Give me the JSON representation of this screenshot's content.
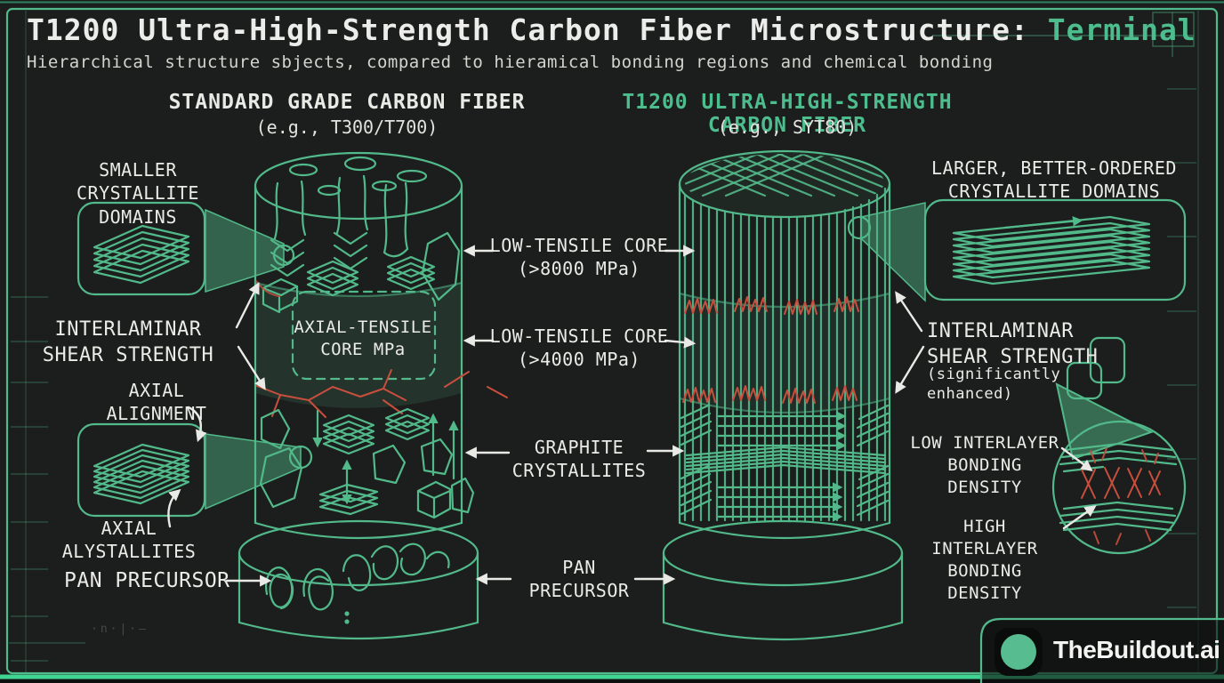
{
  "colors": {
    "background": "#1c1e1d",
    "accent_green": "#52b98a",
    "bright_green": "#41d492",
    "alert_red": "#c84f3d",
    "text_primary": "#ebebe7",
    "text_muted": "#d4d4cf"
  },
  "header": {
    "title": "T1200 Ultra-High-Strength Carbon Fiber Microstructure:",
    "title_accent": "Terminal",
    "subtitle": "Hierarchical structure sbjects, compared to hieramical bonding regions and chemical bonding"
  },
  "columns": {
    "left": {
      "title": "STANDARD GRADE CARBON FIBER",
      "subtitle": "(e.g., T300/T700)"
    },
    "right": {
      "title": "T1200 ULTRA-HIGH-STRENGTH CARBON FIBER",
      "subtitle": "(e.g., SYT80)"
    }
  },
  "left_diagram": {
    "smaller_domains": "SMALLER CRYSTALLITE\nDOMAINS",
    "interlaminar": "INTERLAMINAR\nSHEAR STRENGTH",
    "axial_alignment": "AXIAL\nALIGNMENT",
    "axial_crystallites": "AXIAL\nALYSTALLITES",
    "pan_precursor": "PAN PRECURSOR",
    "axial_core": "AXIAL-TENSILE\nCORE MPa"
  },
  "center_callouts": {
    "core_top": "LOW-TENSILE CORE\n(>8000 MPa)",
    "core_mid": "LOW-TENSILE CORE\n(>4000 MPa)",
    "graphite": "GRAPHITE\nCRYSTALLITES",
    "pan": "PAN\nPRECURSOR"
  },
  "right_diagram": {
    "larger_domains": "LARGER, BETTER-ORDERED\nCRYSTALLITE DOMAINS",
    "interlaminar": "INTERLAMINAR\nSHEAR STRENGTH",
    "interlaminar_note": "(significantly\nenhanced)",
    "low_bonding": "LOW INTERLAYER\nBONDING DENSITY",
    "high_bonding": "HIGH INTERLAYER\nBONDING DENSITY"
  },
  "footer": {
    "brand": "TheBuildout.ai",
    "corner_mark": "·n·|·–"
  }
}
